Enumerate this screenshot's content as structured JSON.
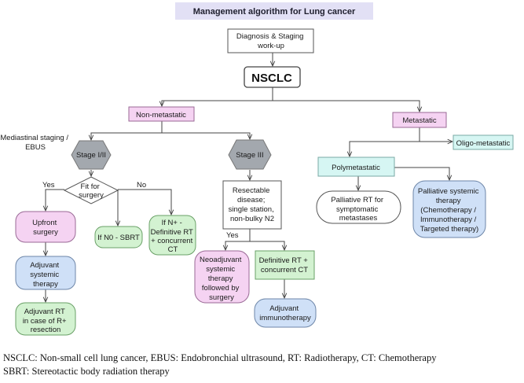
{
  "title": "Management algorithm for Lung cancer",
  "nodes": {
    "diagnosis": [
      "Diagnosis & Staging",
      "work-up"
    ],
    "nsclc": [
      "NSCLC"
    ],
    "non_metastatic": [
      "Non-metastatic"
    ],
    "metastatic": [
      "Metastatic"
    ],
    "mediastinal_staging": [
      "Mediastinal staging /",
      "EBUS"
    ],
    "stage_1_2": [
      "Stage I/II"
    ],
    "stage_3": [
      "Stage III"
    ],
    "oligo_metastatic": [
      "Oligo-metastatic"
    ],
    "polymetastatic": [
      "Polymetastatic"
    ],
    "fit_for_surgery": [
      "Fit for",
      "surgery"
    ],
    "resectable": [
      "Resectable",
      "disease;",
      "single station,",
      "non-bulky N2"
    ],
    "palliative_rt": [
      "Palliative RT for",
      "symptomatic",
      "metastases"
    ],
    "palliative_systemic": [
      "Palliative systemic",
      "therapy",
      "(Chemotherapy /",
      "Immunotherapy /",
      "Targeted therapy)"
    ],
    "upfront_surgery": [
      "Upfront",
      "surgery"
    ],
    "n0_sbrt": [
      "If N0 - SBRT"
    ],
    "n_plus_rt": [
      "If N+ -",
      "Definitive RT",
      "+ concurrent",
      "CT"
    ],
    "adjuvant_systemic": [
      "Adjuvant",
      "systemic",
      "therapy"
    ],
    "adjuvant_rt": [
      "Adjuvant RT",
      "in case of R+",
      "resection"
    ],
    "neoadjuvant": [
      "Neoadjuvant",
      "systemic",
      "therapy",
      "followed by",
      "surgery"
    ],
    "definitive_rt_ct": [
      "Definitive RT +",
      "concurrent CT"
    ],
    "adjuvant_immuno": [
      "Adjuvant",
      "immunotherapy"
    ]
  },
  "edge_labels": {
    "yes_fit": "Yes",
    "no_fit": "No",
    "yes_resectable": "Yes"
  },
  "colors": {
    "title_bg": "#e2e0f5",
    "pink": "#f5d3f2",
    "blue": "#cfe0f7",
    "green": "#d3f2d1",
    "cyan": "#d6f6f3",
    "gray": "#a3a8ae",
    "white": "#ffffff"
  },
  "caption": [
    "NSCLC: Non-small cell lung cancer, EBUS: Endobronchial ultrasound, RT: Radiotherapy, CT: Chemotherapy",
    "SBRT: Stereotactic body radiation therapy"
  ]
}
